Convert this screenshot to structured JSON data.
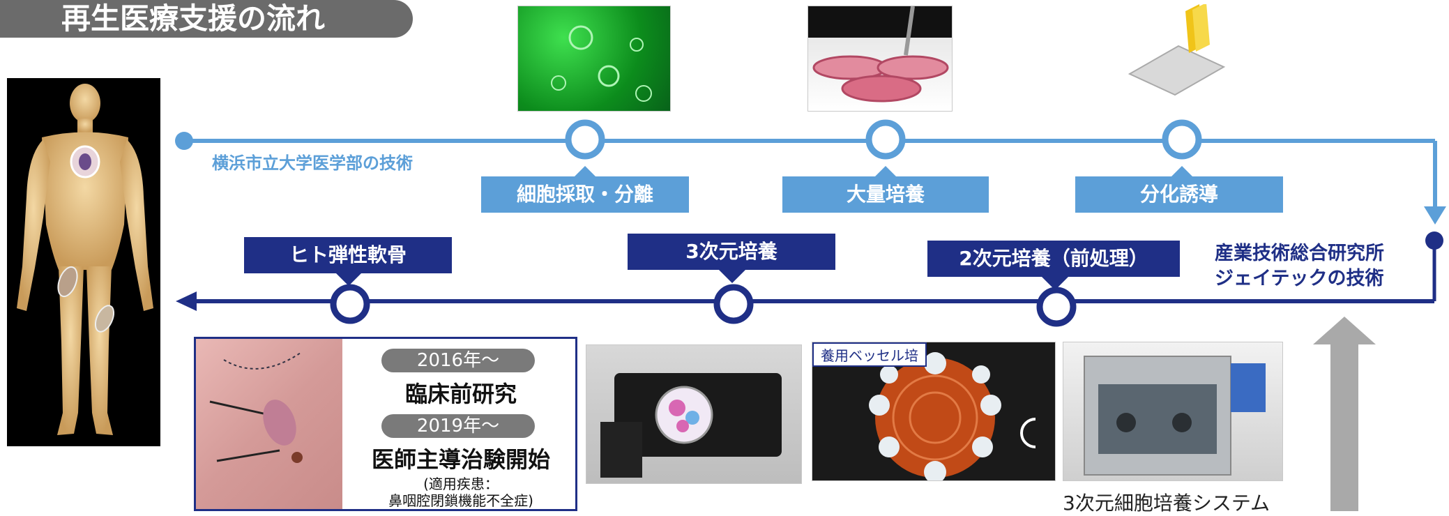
{
  "title": "再生医療支援の流れ",
  "top_flow": {
    "caption": "横浜市立大学医学部の技術",
    "steps": [
      {
        "label": "細胞採取・分離"
      },
      {
        "label": "大量培養"
      },
      {
        "label": "分化誘導"
      }
    ]
  },
  "bottom_flow": {
    "caption_line1": "産業技術総合研究所",
    "caption_line2": "ジェイテックの技術",
    "steps": [
      {
        "label": "ヒト弾性軟骨"
      },
      {
        "label": "3次元培養"
      },
      {
        "label": "2次元培養（前処理）"
      }
    ]
  },
  "clinical": {
    "year1": "2016年～",
    "text1": "臨床前研究",
    "year2": "2019年～",
    "text2": "医師主導治験開始",
    "note_line1": "(適用疾患：",
    "note_line2": "鼻咽腔閉鎖機能不全症)"
  },
  "photo_labels": {
    "vessel": "養用ベッセル培"
  },
  "system_caption": "3次元細胞培養システム",
  "colors": {
    "light_blue": "#5c9fd8",
    "dark_navy": "#1f2f86",
    "gray": "#a9a9a9",
    "title_bg": "#6b6b6b"
  }
}
